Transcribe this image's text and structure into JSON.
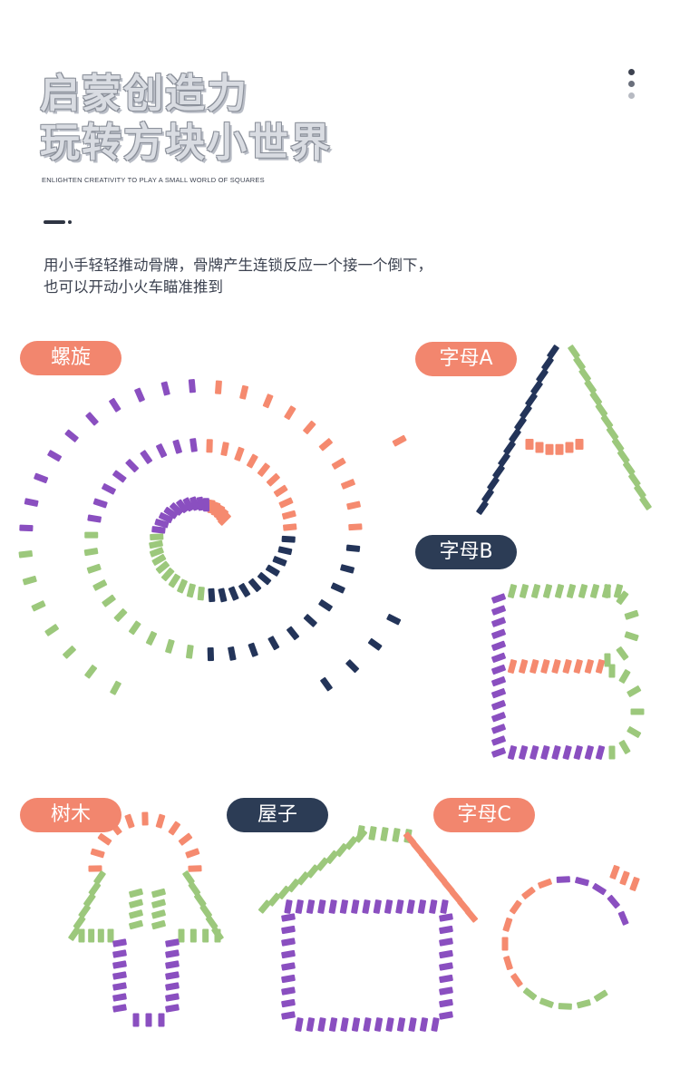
{
  "header": {
    "title_line1": "启蒙创造力",
    "title_line2": "玩转方块小世界",
    "subtitle": "ENLIGHTEN CREATIVITY TO PLAY A SMALL WORLD OF SQUARES",
    "description": "用小手轻轻推动骨牌，骨牌产生连锁反应一个接一个倒下，也可以开动小火车瞄准推到"
  },
  "tags": {
    "spiral": "螺旋",
    "letter_a": "字母A",
    "letter_b": "字母B",
    "tree": "树木",
    "house": "屋子",
    "letter_c": "字母C"
  },
  "colors": {
    "orange_tag": "#f2866e",
    "navy_tag": "#2c3c55",
    "navy": "#233459",
    "purple": "#8a4fc0",
    "orange": "#f58a6f",
    "green": "#9cc87c",
    "dots": [
      "#3d4250",
      "#6a6f7b",
      "#b7bac2"
    ]
  }
}
